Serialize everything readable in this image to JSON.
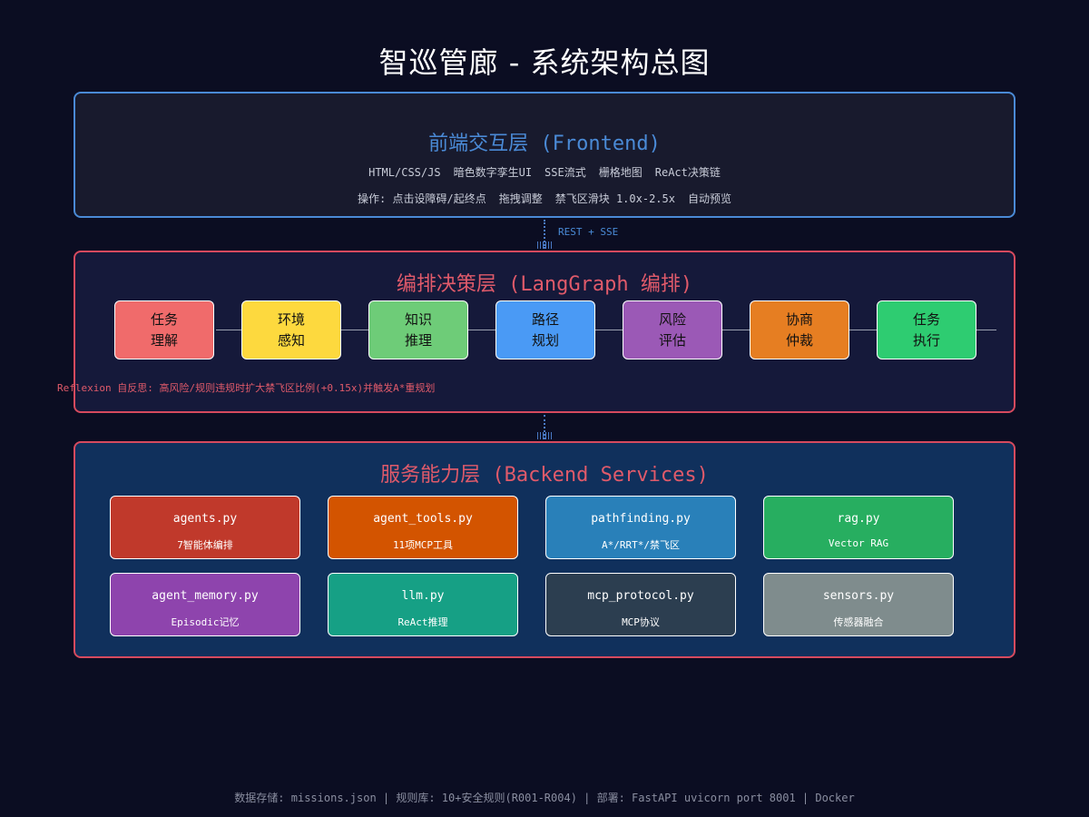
{
  "title": "智巡管廊 - 系统架构总图",
  "frontend": {
    "title": "前端交互层 (Frontend)",
    "features": [
      "HTML/CSS/JS",
      "暗色数字孪生UI",
      "SSE流式",
      "栅格地图",
      "ReAct决策链"
    ],
    "ops": [
      "操作: 点击设障碍/起终点",
      "拖拽调整",
      "禁飞区滑块 1.0x-2.5x",
      "自动预览"
    ],
    "border_color": "#4a8ad6"
  },
  "connector_label": "REST + SSE",
  "orchestration": {
    "title": "编排决策层 (LangGraph 编排)",
    "steps": [
      {
        "line1": "任务",
        "line2": "理解",
        "color": "#f06b6b"
      },
      {
        "line1": "环境",
        "line2": "感知",
        "color": "#fdd93e"
      },
      {
        "line1": "知识",
        "line2": "推理",
        "color": "#6ecc78"
      },
      {
        "line1": "路径",
        "line2": "规划",
        "color": "#4a9af5"
      },
      {
        "line1": "风险",
        "line2": "评估",
        "color": "#9b59b6"
      },
      {
        "line1": "协商",
        "line2": "仲裁",
        "color": "#e67e22"
      },
      {
        "line1": "任务",
        "line2": "执行",
        "color": "#2ecc71"
      }
    ],
    "reflexion": "Reflexion 自反思: 高风险/规则违规时扩大禁飞区比例(+0.15x)并触发A*重规划",
    "border_color": "#d64a5e"
  },
  "backend": {
    "title": "服务能力层 (Backend Services)",
    "services": [
      {
        "name": "agents.py",
        "desc": "7智能体编排",
        "color": "#c0392b"
      },
      {
        "name": "agent_tools.py",
        "desc": "11项MCP工具",
        "color": "#d35400"
      },
      {
        "name": "pathfinding.py",
        "desc": "A*/RRT*/禁飞区",
        "color": "#2980b9"
      },
      {
        "name": "rag.py",
        "desc": "Vector RAG",
        "color": "#27ae60"
      },
      {
        "name": "agent_memory.py",
        "desc": "Episodic记忆",
        "color": "#8e44ad"
      },
      {
        "name": "llm.py",
        "desc": "ReAct推理",
        "color": "#16a085"
      },
      {
        "name": "mcp_protocol.py",
        "desc": "MCP协议",
        "color": "#2c3e50"
      },
      {
        "name": "sensors.py",
        "desc": "传感器融合",
        "color": "#7f8c8d"
      }
    ]
  },
  "footer": "数据存储: missions.json | 规则库: 10+安全规则(R001-R004) | 部署: FastAPI uvicorn port 8001 | Docker"
}
